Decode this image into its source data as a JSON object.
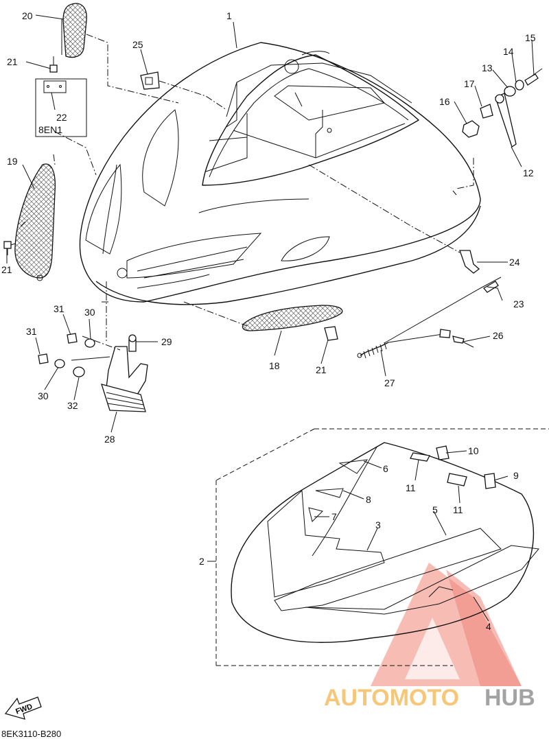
{
  "diagram": {
    "part_labels": [
      {
        "id": "p1",
        "text": "1"
      },
      {
        "id": "p2",
        "text": "2"
      },
      {
        "id": "p3",
        "text": "3"
      },
      {
        "id": "p4",
        "text": "4"
      },
      {
        "id": "p5",
        "text": "5"
      },
      {
        "id": "p6",
        "text": "6"
      },
      {
        "id": "p7",
        "text": "7"
      },
      {
        "id": "p8",
        "text": "8"
      },
      {
        "id": "p9",
        "text": "9"
      },
      {
        "id": "p10",
        "text": "10"
      },
      {
        "id": "p11a",
        "text": "11"
      },
      {
        "id": "p11b",
        "text": "11"
      },
      {
        "id": "p12",
        "text": "12"
      },
      {
        "id": "p13",
        "text": "13"
      },
      {
        "id": "p14",
        "text": "14"
      },
      {
        "id": "p15",
        "text": "15"
      },
      {
        "id": "p16",
        "text": "16"
      },
      {
        "id": "p17",
        "text": "17"
      },
      {
        "id": "p18",
        "text": "18"
      },
      {
        "id": "p19",
        "text": "19"
      },
      {
        "id": "p20",
        "text": "20"
      },
      {
        "id": "p21a",
        "text": "21"
      },
      {
        "id": "p21b",
        "text": "21"
      },
      {
        "id": "p21c",
        "text": "21"
      },
      {
        "id": "p22",
        "text": "22"
      },
      {
        "id": "p23",
        "text": "23"
      },
      {
        "id": "p24",
        "text": "24"
      },
      {
        "id": "p25",
        "text": "25"
      },
      {
        "id": "p26",
        "text": "26"
      },
      {
        "id": "p27",
        "text": "27"
      },
      {
        "id": "p28",
        "text": "28"
      },
      {
        "id": "p29",
        "text": "29"
      },
      {
        "id": "p30a",
        "text": "30"
      },
      {
        "id": "p30b",
        "text": "30"
      },
      {
        "id": "p31a",
        "text": "31"
      },
      {
        "id": "p31b",
        "text": "31"
      },
      {
        "id": "p32",
        "text": "32"
      }
    ],
    "model_code": "8EN1",
    "fwd_label": "FWD",
    "drawing_code": "8EK3110-B280"
  },
  "watermark": {
    "text_auto": "AUTOMOTO",
    "text_hub": "HUB",
    "color_accent": "#f08a7e",
    "color_auto": "#f6c26b",
    "color_hub": "#9a9a9a"
  }
}
